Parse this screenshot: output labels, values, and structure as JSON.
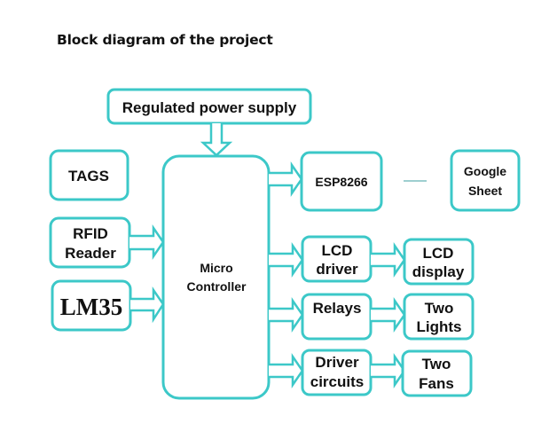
{
  "title": "Block diagram of the project",
  "blocks": {
    "power_supply": "Regulated power supply",
    "tags": "TAGS",
    "rfid": [
      "RFID",
      "Reader"
    ],
    "lm35": "LM35",
    "microcontroller": [
      "Micro",
      "Controller"
    ],
    "esp8266": "ESP8266",
    "google_sheet": [
      "Google",
      "Sheet"
    ],
    "lcd_driver": [
      "LCD",
      "driver"
    ],
    "lcd_display": [
      "LCD",
      "display"
    ],
    "relays": "Relays",
    "two_lights": [
      "Two",
      "Lights"
    ],
    "driver_circuits": [
      "Driver",
      "circuits"
    ],
    "two_fans": [
      "Two",
      "Fans"
    ]
  },
  "colors": {
    "block_border": "#3cc8c8",
    "connector": "#7fbfc0",
    "text": "#111111"
  }
}
